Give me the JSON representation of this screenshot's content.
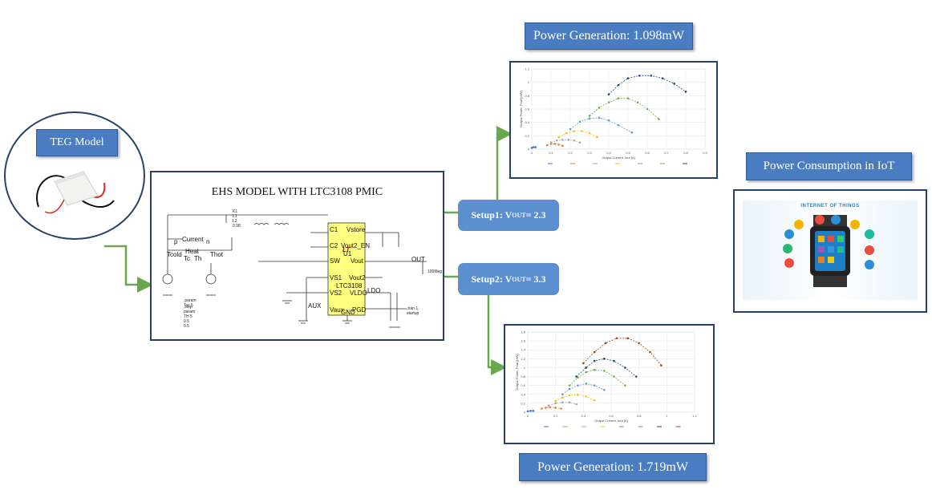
{
  "teg": {
    "label": "TEG Model"
  },
  "ehs": {
    "title": "EHS MODEL WITH LTC3108 PMIC",
    "pins": [
      "C1",
      "Vstore",
      "C2",
      "Vout2_EN",
      "SW",
      "U1",
      "Vout",
      "VS1",
      "Vout2",
      "VS2",
      "LTC3108",
      "VLDO",
      "Vaux",
      "GND",
      "PGD"
    ],
    "labels": [
      "OUT",
      "LDO",
      "AUX",
      "Current",
      "Heat",
      "Tcold",
      "Tc",
      "Th",
      "Thot",
      "p",
      "n"
    ],
    "params": [
      ".param Tcc 5",
      ".step param TH 5 0.5 0.5"
    ],
    "misc": [
      ".tran 1 startup",
      "K1 L1 L2 0.98",
      "100Meg"
    ]
  },
  "setup1": {
    "label_prefix": "Setup1: V",
    "sub": "OUT",
    "label_suffix": " = 2.3"
  },
  "setup2": {
    "label_prefix": "Setup2: V",
    "sub": "OUT",
    "label_suffix": " = 3.3"
  },
  "power_gen_top": {
    "label": "Power Generation: 1.098mW"
  },
  "power_gen_bottom": {
    "label": "Power Generation: 1.719mW"
  },
  "iot": {
    "label": "Power Consumption in IoT",
    "banner": "INTERNET OF THINGS"
  },
  "colors": {
    "navy": "#27406c",
    "label_blue": "#4a7cc2",
    "setup_blue": "#5b8fd0",
    "arrow_green": "#6aa84f"
  },
  "chart_data": [
    {
      "type": "scatter",
      "xlabel": "Output Current, Iout [A]",
      "ylabel": "Output Power, Pout [mW]",
      "xlim": [
        0,
        0.9
      ],
      "ylim": [
        0,
        1.2
      ],
      "xticks": [
        "0",
        "0.1",
        "0.2",
        "0.3",
        "0.4",
        "0.5",
        "0.6",
        "0.7",
        "0.8",
        "0.9"
      ],
      "yticks": [
        "0",
        "0.2",
        "0.4",
        "0.6",
        "0.8",
        "1",
        "1.2"
      ],
      "legend_position": "bottom",
      "series": [
        {
          "color": "#4472c4",
          "points": [
            [
              0.0,
              0.02
            ],
            [
              0.01,
              0.03
            ],
            [
              0.02,
              0.03
            ]
          ]
        },
        {
          "color": "#ed7d31",
          "points": [
            [
              0.08,
              0.06
            ],
            [
              0.1,
              0.08
            ],
            [
              0.12,
              0.08
            ],
            [
              0.14,
              0.07
            ],
            [
              0.16,
              0.05
            ]
          ]
        },
        {
          "color": "#a5a5a5",
          "points": [
            [
              0.1,
              0.1
            ],
            [
              0.13,
              0.13
            ],
            [
              0.16,
              0.14
            ],
            [
              0.19,
              0.14
            ],
            [
              0.22,
              0.13
            ],
            [
              0.25,
              0.1
            ]
          ]
        },
        {
          "color": "#ffc000",
          "points": [
            [
              0.14,
              0.18
            ],
            [
              0.18,
              0.24
            ],
            [
              0.22,
              0.27
            ],
            [
              0.26,
              0.27
            ],
            [
              0.3,
              0.24
            ],
            [
              0.34,
              0.18
            ]
          ]
        },
        {
          "color": "#5b9bd5",
          "points": [
            [
              0.2,
              0.3
            ],
            [
              0.25,
              0.41
            ],
            [
              0.3,
              0.46
            ],
            [
              0.35,
              0.47
            ],
            [
              0.4,
              0.43
            ],
            [
              0.45,
              0.36
            ],
            [
              0.52,
              0.25
            ]
          ]
        },
        {
          "color": "#70ad47",
          "points": [
            [
              0.3,
              0.5
            ],
            [
              0.35,
              0.62
            ],
            [
              0.4,
              0.7
            ],
            [
              0.45,
              0.76
            ],
            [
              0.5,
              0.76
            ],
            [
              0.55,
              0.7
            ],
            [
              0.6,
              0.6
            ],
            [
              0.66,
              0.45
            ]
          ]
        },
        {
          "color": "#264478",
          "points": [
            [
              0.4,
              0.82
            ],
            [
              0.45,
              0.96
            ],
            [
              0.5,
              1.06
            ],
            [
              0.56,
              1.1
            ],
            [
              0.62,
              1.1
            ],
            [
              0.68,
              1.06
            ],
            [
              0.74,
              0.98
            ],
            [
              0.8,
              0.86
            ]
          ]
        }
      ]
    },
    {
      "type": "scatter",
      "xlabel": "Output Current, Iout [A]",
      "ylabel": "Output Power, Pout [mW]",
      "xlim": [
        0,
        1.2
      ],
      "ylim": [
        0,
        1.8
      ],
      "xticks": [
        "0",
        "0.2",
        "0.4",
        "0.6",
        "0.8",
        "1",
        "1.2"
      ],
      "yticks": [
        "0",
        "0.2",
        "0.4",
        "0.6",
        "0.8",
        "1",
        "1.2",
        "1.4",
        "1.6",
        "1.8"
      ],
      "legend_position": "bottom",
      "series": [
        {
          "color": "#4472c4",
          "points": [
            [
              0.0,
              0.02
            ],
            [
              0.02,
              0.03
            ],
            [
              0.04,
              0.03
            ]
          ]
        },
        {
          "color": "#ed7d31",
          "points": [
            [
              0.1,
              0.08
            ],
            [
              0.13,
              0.1
            ],
            [
              0.16,
              0.11
            ],
            [
              0.2,
              0.1
            ],
            [
              0.24,
              0.08
            ]
          ]
        },
        {
          "color": "#a5a5a5",
          "points": [
            [
              0.15,
              0.15
            ],
            [
              0.2,
              0.2
            ],
            [
              0.25,
              0.22
            ],
            [
              0.3,
              0.22
            ],
            [
              0.35,
              0.18
            ]
          ]
        },
        {
          "color": "#ffc000",
          "points": [
            [
              0.2,
              0.25
            ],
            [
              0.25,
              0.33
            ],
            [
              0.3,
              0.38
            ],
            [
              0.36,
              0.39
            ],
            [
              0.42,
              0.35
            ],
            [
              0.48,
              0.27
            ]
          ]
        },
        {
          "color": "#5b9bd5",
          "points": [
            [
              0.25,
              0.4
            ],
            [
              0.3,
              0.52
            ],
            [
              0.36,
              0.6
            ],
            [
              0.42,
              0.64
            ],
            [
              0.48,
              0.6
            ],
            [
              0.55,
              0.5
            ]
          ]
        },
        {
          "color": "#70ad47",
          "points": [
            [
              0.3,
              0.6
            ],
            [
              0.36,
              0.78
            ],
            [
              0.42,
              0.9
            ],
            [
              0.48,
              0.95
            ],
            [
              0.55,
              0.93
            ],
            [
              0.62,
              0.8
            ],
            [
              0.7,
              0.6
            ]
          ]
        },
        {
          "color": "#264478",
          "points": [
            [
              0.35,
              0.8
            ],
            [
              0.42,
              1.0
            ],
            [
              0.48,
              1.15
            ],
            [
              0.55,
              1.2
            ],
            [
              0.62,
              1.15
            ],
            [
              0.7,
              1.0
            ],
            [
              0.78,
              0.8
            ]
          ]
        },
        {
          "color": "#9e480e",
          "points": [
            [
              0.4,
              1.1
            ],
            [
              0.48,
              1.35
            ],
            [
              0.56,
              1.55
            ],
            [
              0.64,
              1.66
            ],
            [
              0.72,
              1.66
            ],
            [
              0.8,
              1.55
            ],
            [
              0.88,
              1.35
            ],
            [
              0.96,
              1.05
            ]
          ]
        }
      ]
    }
  ]
}
